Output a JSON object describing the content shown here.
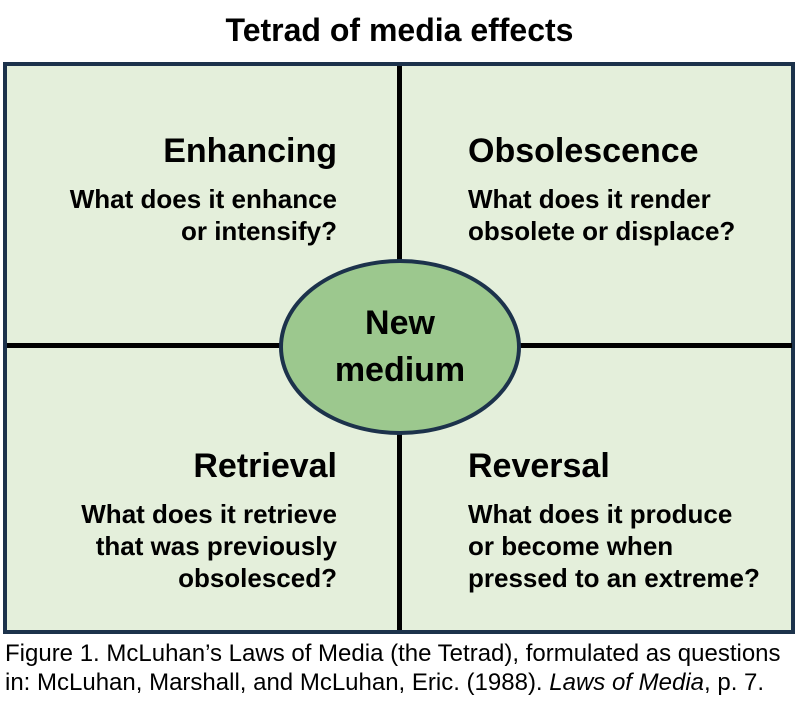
{
  "title": "Tetrad of media effects",
  "colors": {
    "border": "#1c324b",
    "quadrant_background": "#e4efdb",
    "ellipse_fill": "#9cc88e",
    "divider": "#000000",
    "text": "#000000",
    "page_background": "#ffffff"
  },
  "quadrants": [
    {
      "id": "enhancing",
      "heading": "Enhancing",
      "question_lines": [
        "What does it enhance",
        "or intensify?"
      ],
      "align": "right"
    },
    {
      "id": "obsolescence",
      "heading": "Obsolescence",
      "question_lines": [
        "What does it render",
        "obsolete or displace?"
      ],
      "align": "left"
    },
    {
      "id": "retrieval",
      "heading": "Retrieval",
      "question_lines": [
        "What does it retrieve",
        "that was previously",
        "obsolesced?"
      ],
      "align": "right"
    },
    {
      "id": "reversal",
      "heading": "Reversal",
      "question_lines": [
        "What does it produce",
        "or become when",
        "pressed to an extreme?"
      ],
      "align": "left"
    }
  ],
  "center": {
    "label_lines": [
      "New",
      "medium"
    ]
  },
  "caption": {
    "line1": "Figure 1. McLuhan’s Laws of Media (the Tetrad), formulated as questions",
    "line2_prefix": "in: McLuhan, Marshall, and McLuhan, Eric. (1988). ",
    "line2_italic": "Laws of Media",
    "line2_suffix": ", p. 7."
  }
}
